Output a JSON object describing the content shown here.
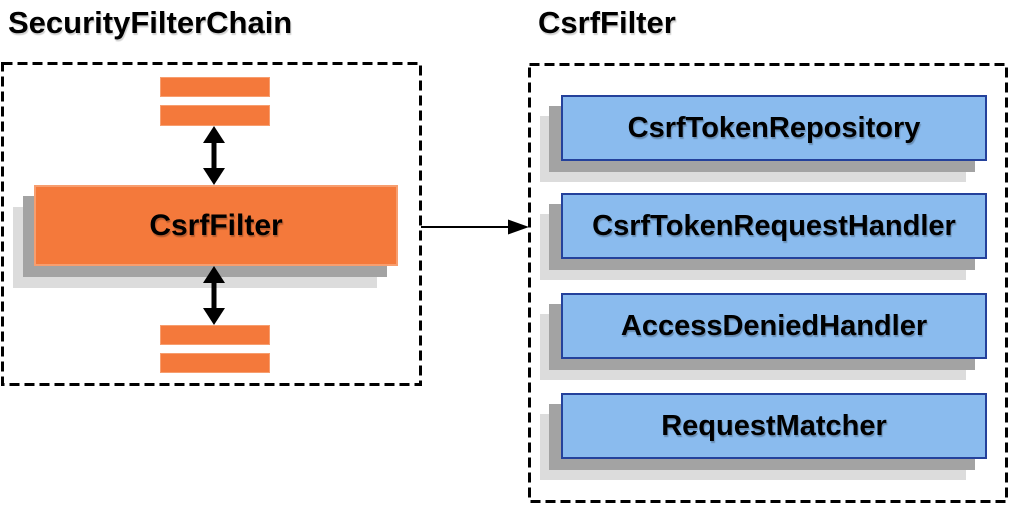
{
  "diagram": {
    "left_panel": {
      "title": "SecurityFilterChain",
      "filter_label": "CsrfFilter"
    },
    "right_panel": {
      "title": "CsrfFilter",
      "components": [
        "CsrfTokenRepository",
        "CsrfTokenRequestHandler",
        "AccessDeniedHandler",
        "RequestMatcher"
      ]
    },
    "colors": {
      "orange": "#F4793B",
      "orange_border": "#F79E6F",
      "blue_fill": "#8ABBEE",
      "blue_border": "#24419B",
      "shadow_dark": "#A3A3A3",
      "shadow_light": "#DCDCDC",
      "line": "#000000"
    }
  }
}
